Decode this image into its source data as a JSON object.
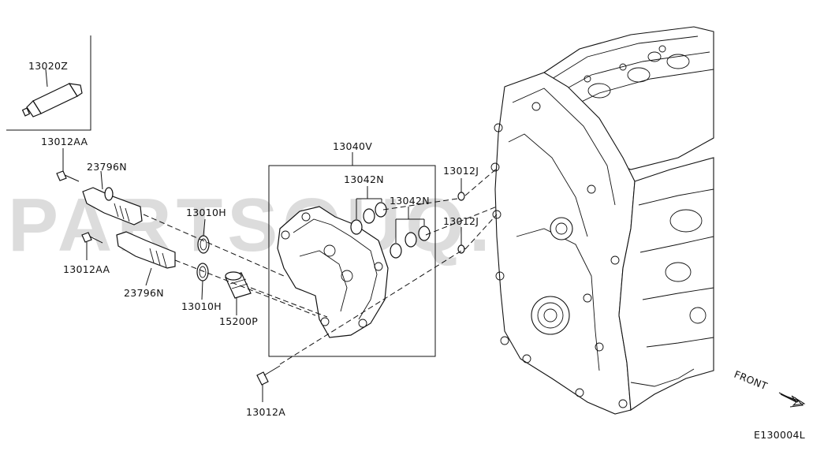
{
  "watermark": "PARTSOUQ.COM",
  "diagram_code": "E130004L",
  "front_label": "FRONT",
  "labels": {
    "p13020Z": "13020Z",
    "p13012AA_top": "13012AA",
    "p23796N_top": "23796N",
    "p13010H_top": "13010H",
    "p13012AA_bottom": "13012AA",
    "p23796N_bottom": "23796N",
    "p13010H_bottom": "13010H",
    "p15200P": "15200P",
    "p13040V": "13040V",
    "p13042N_left": "13042N",
    "p13042N_right": "13042N",
    "p13012J_top": "13012J",
    "p13012J_bottom": "13012J",
    "p13012A": "13012A"
  }
}
